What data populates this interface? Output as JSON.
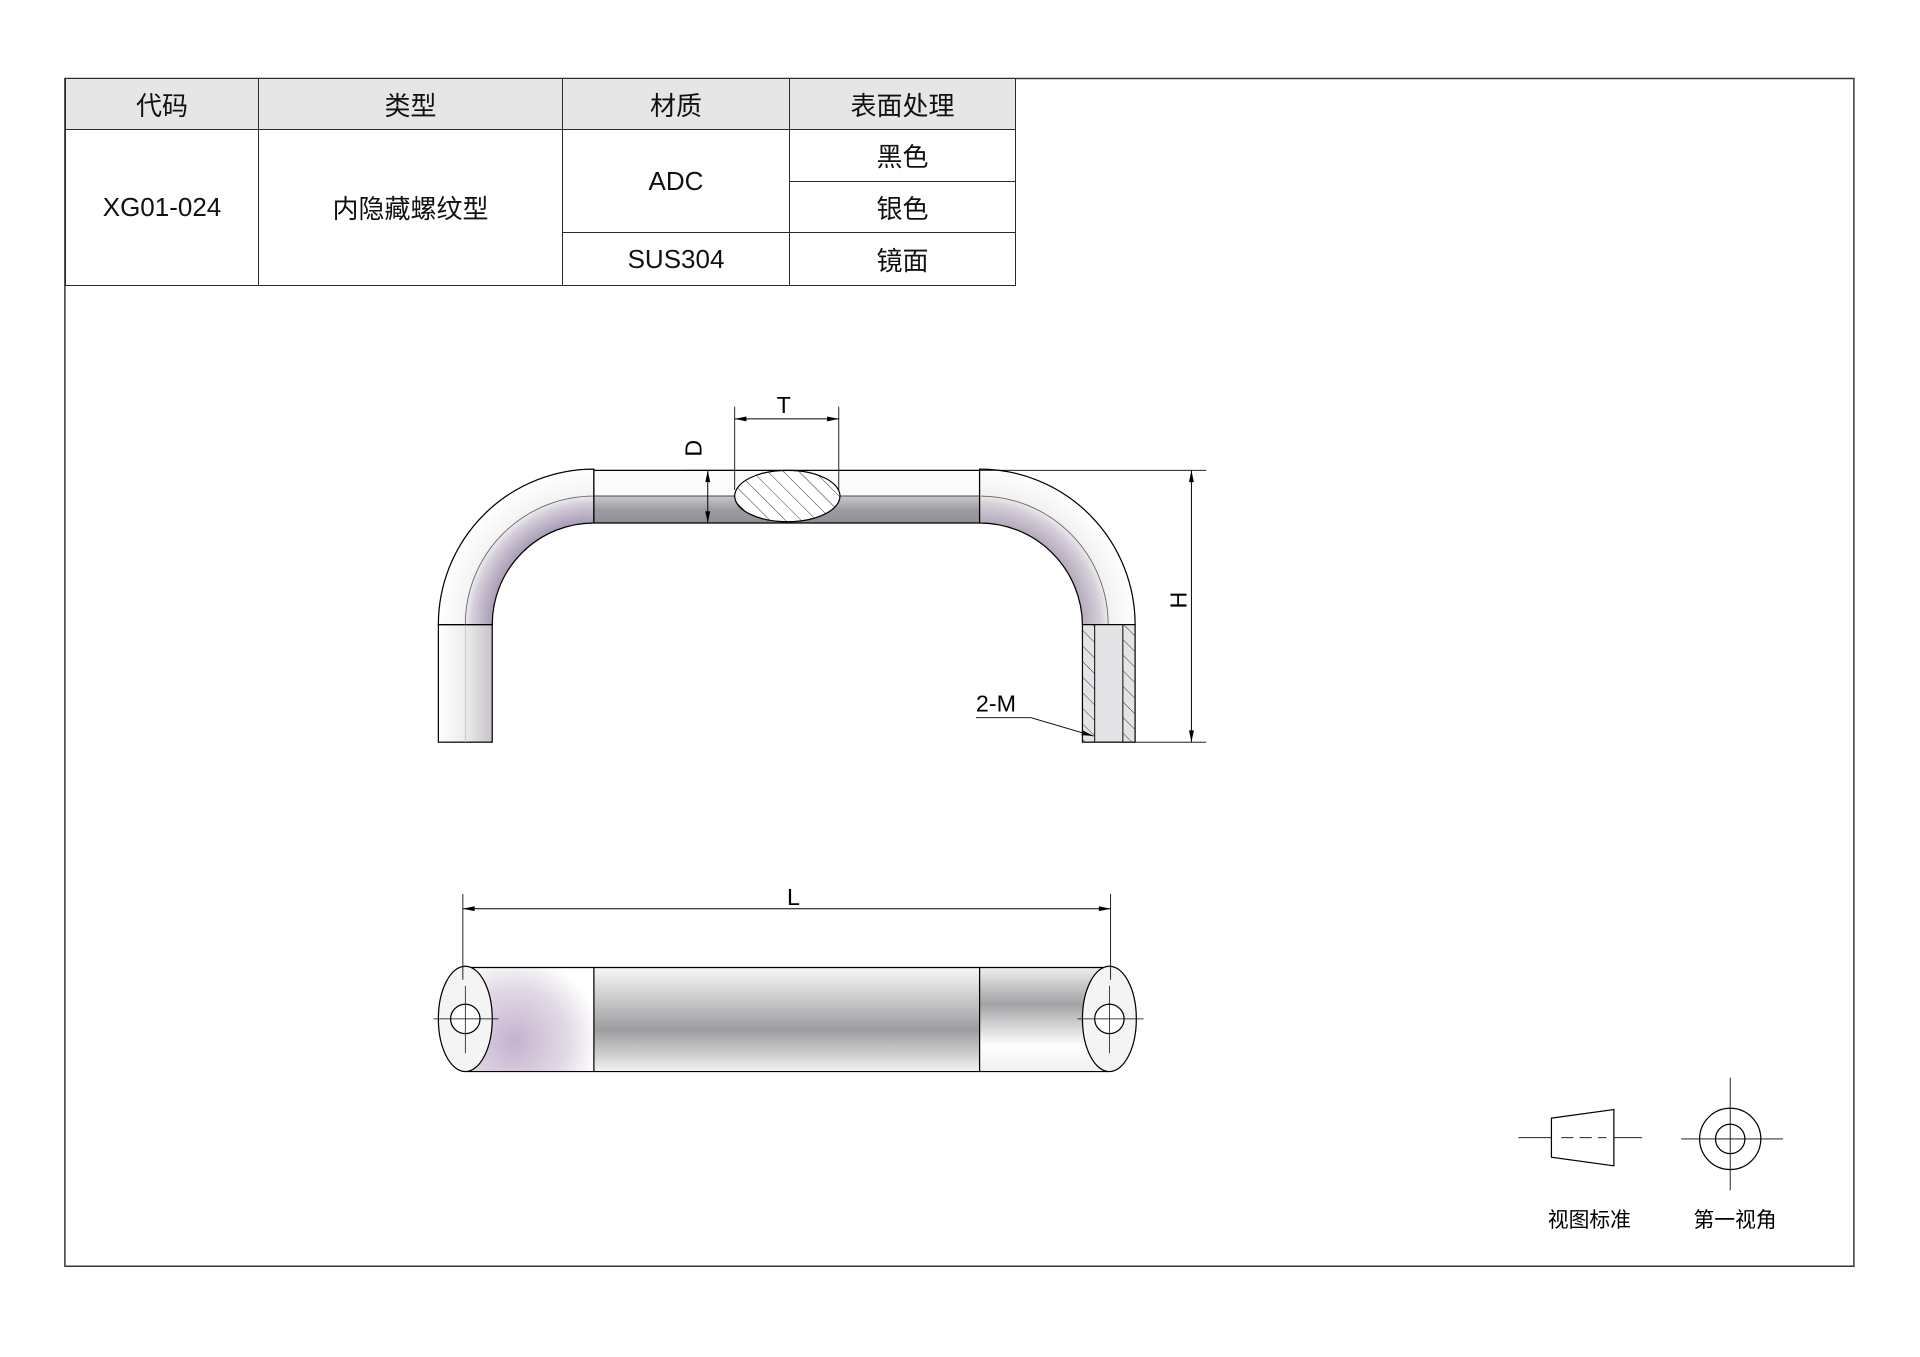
{
  "table": {
    "headers": {
      "code": "代码",
      "type": "类型",
      "material": "材质",
      "surface": "表面处理"
    },
    "code": "XG01-024",
    "type": "内隐藏螺纹型",
    "materials": [
      {
        "name": "ADC",
        "finishes": [
          "黑色",
          "银色"
        ]
      },
      {
        "name": "SUS304",
        "finishes": [
          "镜面"
        ]
      }
    ]
  },
  "dimensions": {
    "thickness": "T",
    "diameter": "D",
    "height": "H",
    "thread": "2-M",
    "length": "L"
  },
  "projection": {
    "standard_label": "视图标准",
    "angle_label": "第一视角"
  }
}
